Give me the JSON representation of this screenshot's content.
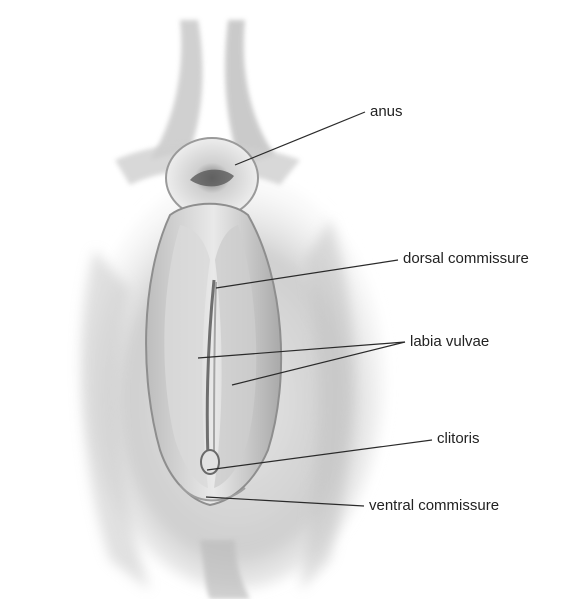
{
  "labels": {
    "anus": "anus",
    "dorsal_commissure": "dorsal commissure",
    "labia_vulvae": "labia vulvae",
    "clitoris": "clitoris",
    "ventral_commissure": "ventral commissure"
  },
  "colors": {
    "leader_line": "#2a2a2a",
    "label_text": "#222222",
    "drawing_shade": "#9a9a9a"
  }
}
